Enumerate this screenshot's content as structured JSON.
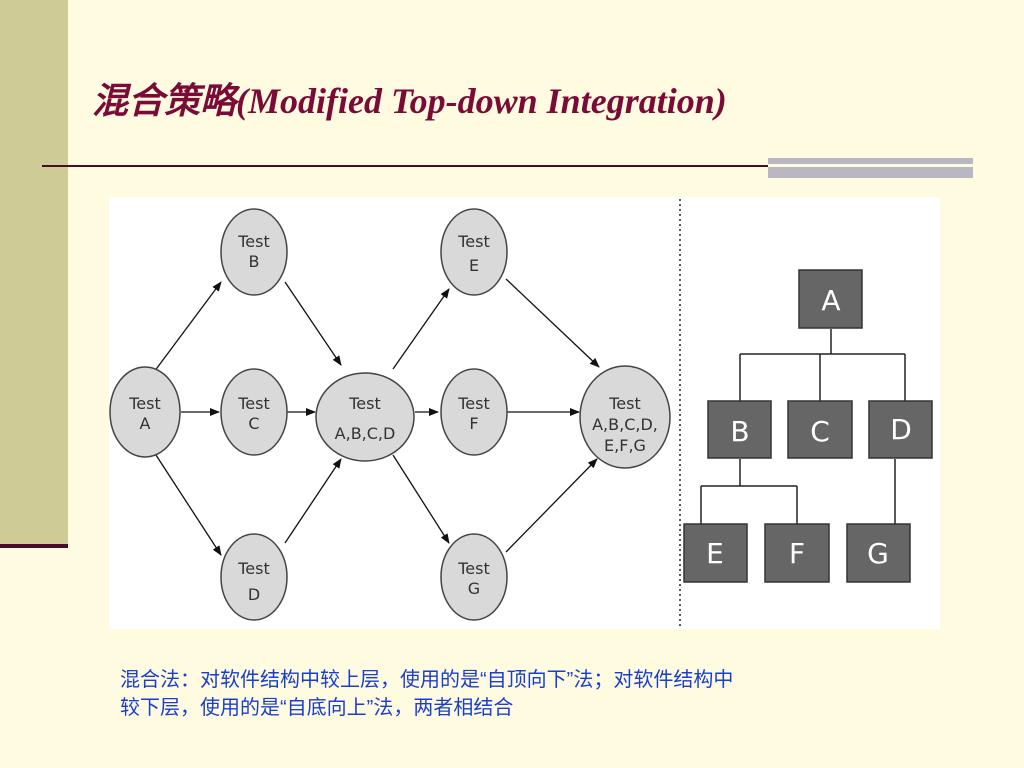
{
  "title": "混合策略(Modified Top-down Integration)",
  "caption": {
    "line1": "混合法：对软件结构中较上层，使用的是“自顶向下”法；对软件结构中",
    "line2": "较下层，使用的是“自底向上”法，两者相结合"
  },
  "test_nodes": {
    "b": [
      "Test",
      "B"
    ],
    "a": [
      "Test",
      "A"
    ],
    "c": [
      "Test",
      "C"
    ],
    "d": [
      "Test",
      "D"
    ],
    "abcd": [
      "Test",
      "A,B,C,D"
    ],
    "e": [
      "Test",
      "E"
    ],
    "f": [
      "Test",
      "F"
    ],
    "g": [
      "Test",
      "G"
    ],
    "all": [
      "Test",
      "A,B,C,D,",
      "E,F,G"
    ]
  },
  "tree_nodes": {
    "a": "A",
    "b": "B",
    "c": "C",
    "d": "D",
    "e": "E",
    "f": "F",
    "g": "G"
  },
  "colors": {
    "title": "#7a0a36",
    "caption": "#1a3fd0",
    "node_fill": "#d9d9d9",
    "box_fill": "#666666"
  }
}
